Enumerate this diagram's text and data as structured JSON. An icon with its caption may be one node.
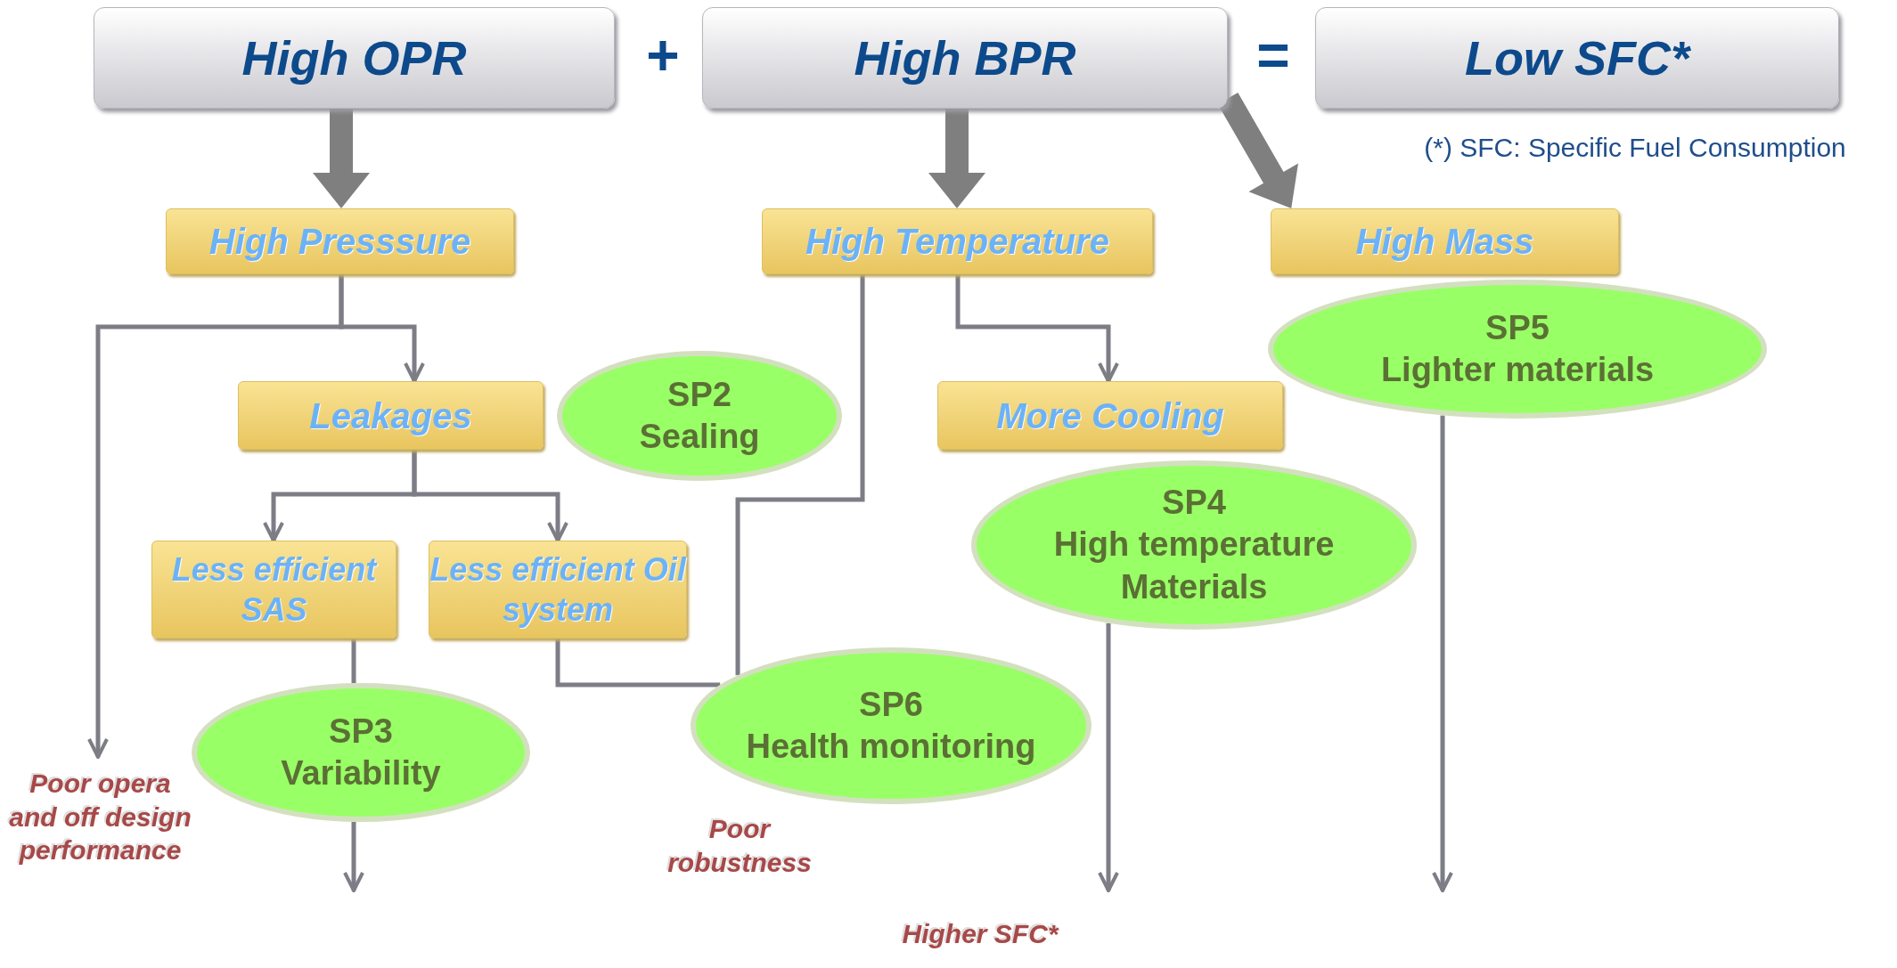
{
  "diagram": {
    "nodes": [
      {
        "text": [
          "High OPR"
        ]
      },
      {
        "text": [
          "High BPR"
        ]
      },
      {
        "text": [
          "Low SFC*"
        ]
      },
      {
        "text": [
          "High Presssure"
        ]
      },
      {
        "text": [
          "High Temperature"
        ]
      },
      {
        "text": [
          "High Mass"
        ]
      },
      {
        "text": [
          "Leakages"
        ]
      },
      {
        "text": [
          "SP2",
          "Sealing"
        ]
      },
      {
        "text": [
          "More Cooling"
        ]
      },
      {
        "text": [
          "SP4",
          "High temperature Materials"
        ]
      },
      {
        "text": [
          "SP5",
          "Lighter materials"
        ]
      },
      {
        "text": [
          "Less efficient SAS"
        ]
      },
      {
        "text": [
          "Less efficient Oil system"
        ]
      },
      {
        "text": [
          "SP3",
          "Variability"
        ]
      },
      {
        "text": [
          "SP6",
          "Health monitoring"
        ]
      },
      {
        "text": [
          "Poor opera and off design performance"
        ]
      }
    ],
    "edges": [
      {
        "from": 0,
        "to": 3,
        "arrow": "to",
        "style": "thick"
      },
      {
        "from": 1,
        "to": 4,
        "arrow": "to",
        "style": "thick"
      },
      {
        "from": 1,
        "to": 5,
        "arrow": "to",
        "style": "thick"
      },
      {
        "from": 3,
        "to": 15,
        "arrow": "to"
      },
      {
        "from": 3,
        "to": 6,
        "arrow": "to"
      },
      {
        "from": 6,
        "to": 11,
        "arrow": "to"
      },
      {
        "from": 6,
        "to": 12,
        "arrow": "to"
      },
      {
        "from": 4,
        "to": 14,
        "arrow": "none"
      },
      {
        "from": 4,
        "to": 8,
        "arrow": "to"
      },
      {
        "from": 12,
        "to": 14,
        "arrow": "none"
      },
      {
        "from": 11,
        "to": 13,
        "arrow": "none"
      },
      {
        "from": 13,
        "to": null,
        "arrow": "to"
      },
      {
        "from": 9,
        "to": null,
        "arrow": "to"
      },
      {
        "from": 10,
        "to": null,
        "arrow": "to"
      }
    ],
    "labels": [
      "+",
      "=",
      "(*) SFC: Specific Fuel Consumption",
      "Poor robustness",
      "Higher SFC*"
    ]
  }
}
